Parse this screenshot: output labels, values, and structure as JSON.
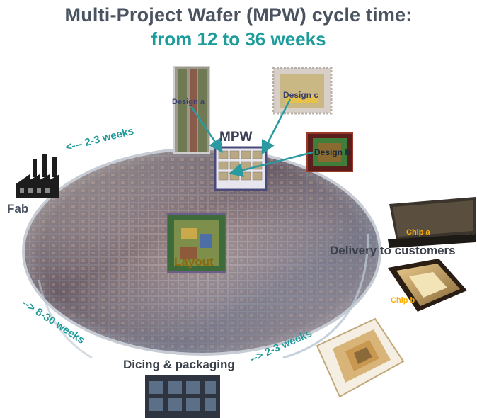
{
  "title": {
    "line1": "Multi-Project Wafer (MPW) cycle time:",
    "line2": "from 12 to 36 weeks"
  },
  "labels": {
    "fab": "Fab",
    "mpw": "MPW",
    "design_a": "Design a",
    "design_b": "Design b",
    "design_c": "Design c",
    "layout": "Layout",
    "delivery": "Delivery to customers",
    "chip_a": "Chip a",
    "chip_b": "Chip b",
    "dicing": "Dicing & packaging"
  },
  "durations": {
    "fab_to_mpw": "<--- 2-3 weeks",
    "fab_to_dicing": "--> 8-30 weeks",
    "dicing_to_delivery": "--> 2-3 weeks"
  },
  "colors": {
    "title": "#4a5360",
    "accent_teal": "#1e9c9c",
    "chip_label": "#ffb000"
  }
}
